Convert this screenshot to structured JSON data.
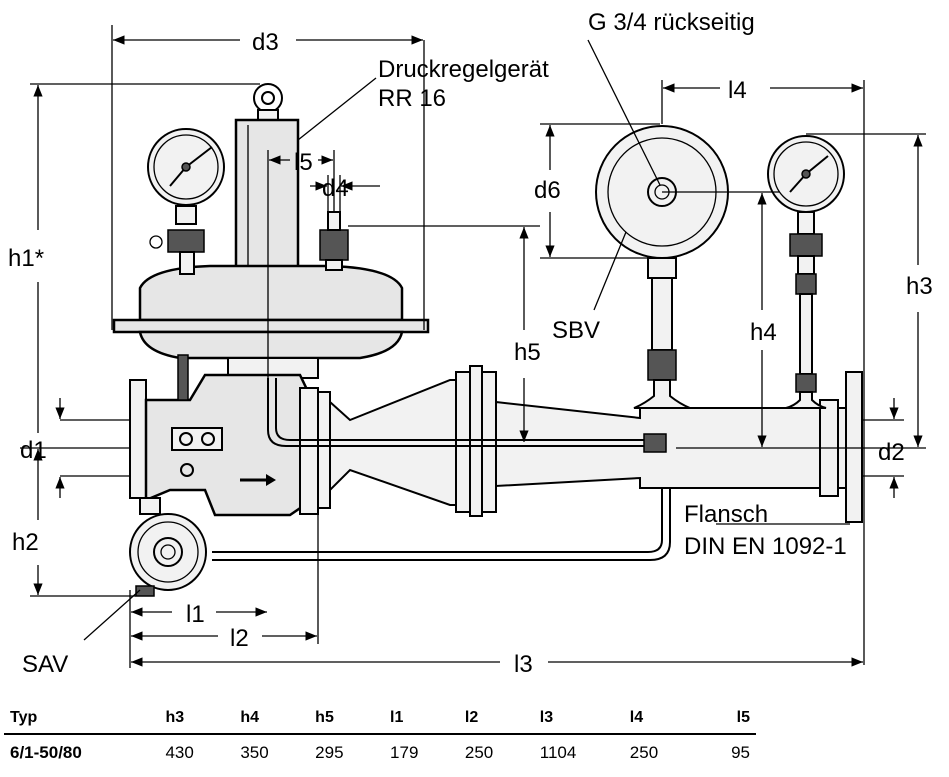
{
  "labels": {
    "d3": "d3",
    "druckregelgeraet_line1": "Druckregelgerät",
    "druckregelgeraet_line2": "RR 16",
    "g34": "G 3/4 rückseitig",
    "l4": "l4",
    "l5": "l5",
    "d4": "d4",
    "d6": "d6",
    "h1": "h1*",
    "h3": "h3",
    "h4": "h4",
    "h5": "h5",
    "sbv": "SBV",
    "d1": "d1",
    "d2": "d2",
    "h2": "h2",
    "flansch_line1": "Flansch",
    "flansch_line2": "DIN EN 1092-1",
    "l1": "l1",
    "l2": "l2",
    "l3": "l3",
    "sav": "SAV"
  },
  "table": {
    "headers": [
      "Typ",
      "h3",
      "h4",
      "h5",
      "l1",
      "l2",
      "l3",
      "l4",
      "l5"
    ],
    "rows": [
      [
        "6/1-50/80",
        "430",
        "350",
        "295",
        "179",
        "250",
        "1104",
        "250",
        "95"
      ]
    ]
  }
}
